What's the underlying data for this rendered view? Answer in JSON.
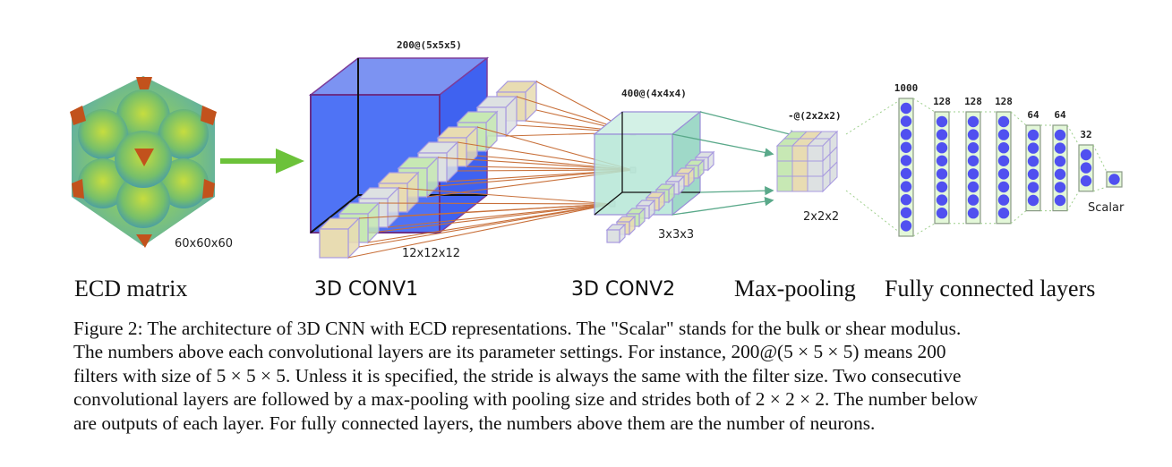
{
  "figure": {
    "input": {
      "label": "60x60x60"
    },
    "conv1": {
      "param": "200@(5x5x5)",
      "output": "12x12x12"
    },
    "conv2": {
      "param": "400@(4x4x4)",
      "output": "3x3x3"
    },
    "pool": {
      "param": "-@(2x2x2)",
      "output": "2x2x2"
    },
    "fc": {
      "layers": [
        {
          "neurons": "1000"
        },
        {
          "neurons": "128"
        },
        {
          "neurons": "128"
        },
        {
          "neurons": "128"
        },
        {
          "neurons": "64"
        },
        {
          "neurons": "64"
        },
        {
          "neurons": "32"
        }
      ],
      "output_label": "Scalar"
    },
    "colors": {
      "conv1_blue": "#4f73f5",
      "conv2_teal": "#a9dfd0",
      "arrow_green": "#6cc23a",
      "connector_orange": "#c8703a",
      "connector_teal": "#5aa98a",
      "neuron_blue": "#5050f0",
      "fc_box": "#e3f7d8",
      "cube_green": "#c7e8b4",
      "cube_tan": "#e8dcb2",
      "cube_gray": "#dde1e2",
      "cube_edge": "#a89ae0"
    }
  },
  "stages": {
    "ecd": "ECD matrix",
    "conv1": "3D CONV1",
    "conv2": "3D CONV2",
    "pool": "Max-pooling",
    "fc": "Fully connected layers"
  },
  "caption": [
    "Figure 2: The architecture of 3D CNN with ECD representations. The \"Scalar\" stands for the bulk or shear modulus.",
    "The numbers above each convolutional layers are its parameter settings. For instance, 200@(5 × 5 × 5) means 200",
    "filters with size of 5 × 5 × 5. Unless it is specified, the stride is always the same with the filter size. Two consecutive",
    "convolutional layers are followed by a max-pooling with pooling size and strides both of 2 × 2 × 2. The number below",
    "are outputs of each layer. For fully connected layers, the numbers above them are the number of neurons."
  ]
}
